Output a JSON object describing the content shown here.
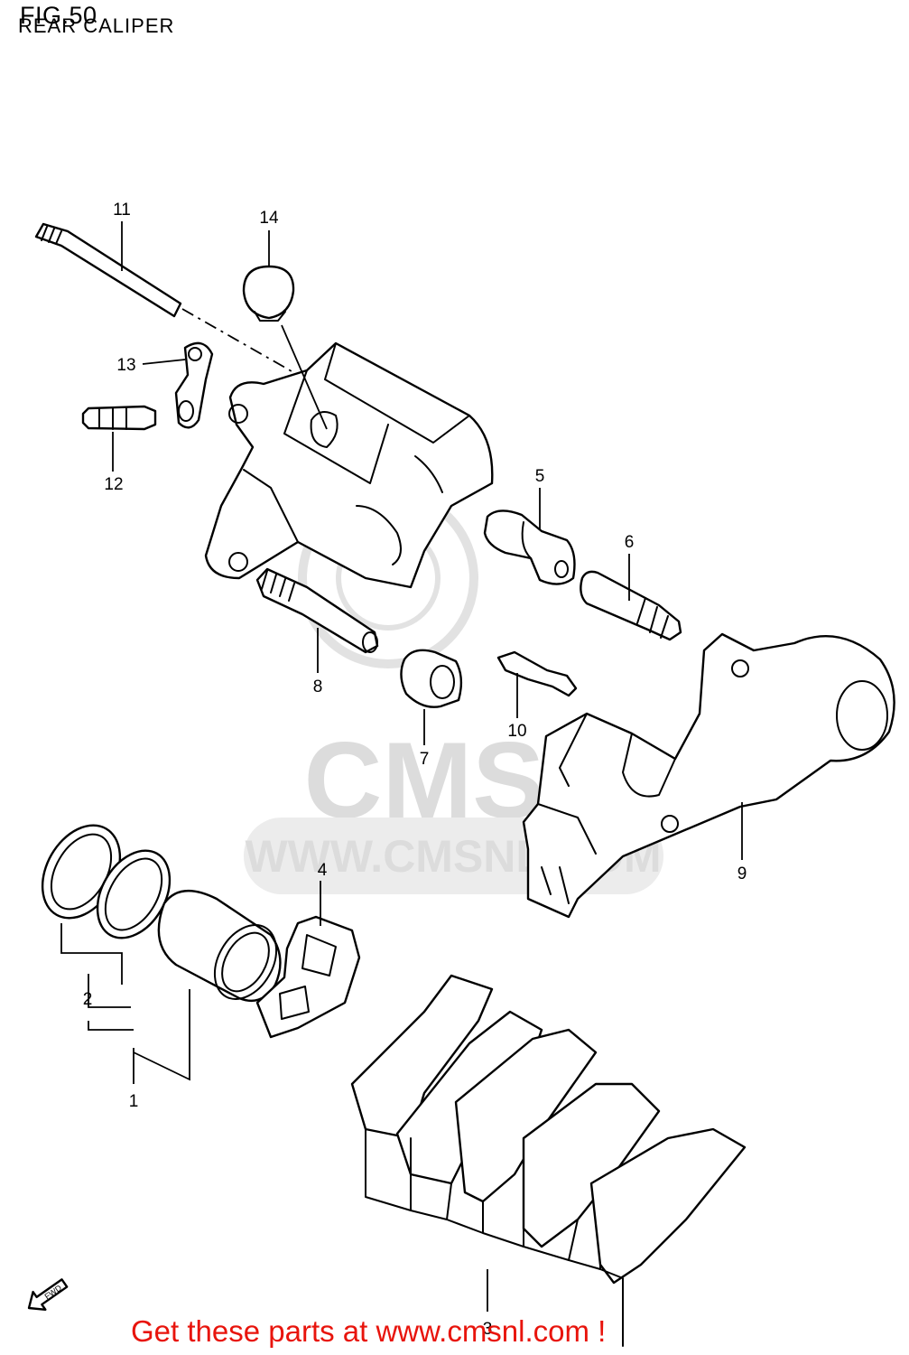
{
  "figure": {
    "number": "FIG.50",
    "title": "REAR CALIPER"
  },
  "watermark": {
    "brand": "CMS",
    "url": "WWW.CMSNL.COM"
  },
  "callouts": [
    {
      "id": "c1",
      "label": "1"
    },
    {
      "id": "c2",
      "label": "2"
    },
    {
      "id": "c3",
      "label": "3"
    },
    {
      "id": "c4",
      "label": "4"
    },
    {
      "id": "c5",
      "label": "5"
    },
    {
      "id": "c6",
      "label": "6"
    },
    {
      "id": "c7",
      "label": "7"
    },
    {
      "id": "c8",
      "label": "8"
    },
    {
      "id": "c9",
      "label": "9"
    },
    {
      "id": "c10",
      "label": "10"
    },
    {
      "id": "c11",
      "label": "11"
    },
    {
      "id": "c12",
      "label": "12"
    },
    {
      "id": "c13",
      "label": "13"
    },
    {
      "id": "c14",
      "label": "14"
    }
  ],
  "direction_marker": {
    "text": "FWD"
  },
  "footer": {
    "cta": "Get these parts at www.cmsnl.com !"
  },
  "colors": {
    "line": "#000000",
    "watermark": "#dcdcdc",
    "cta": "#e8140c"
  }
}
